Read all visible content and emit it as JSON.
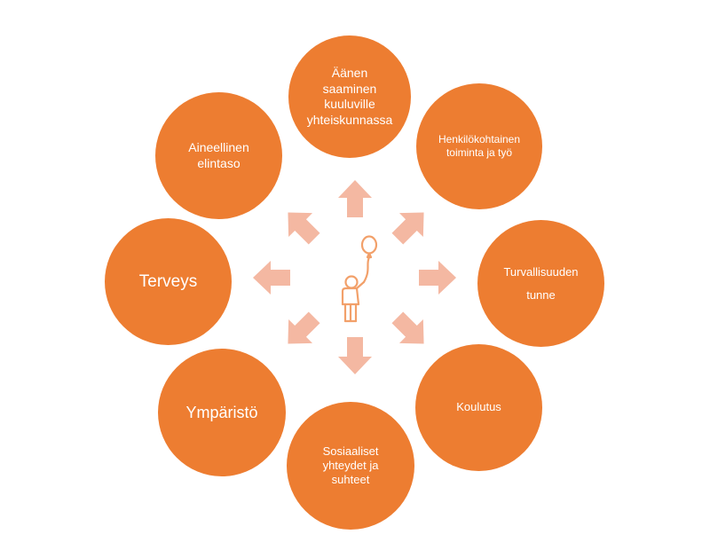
{
  "colors": {
    "circle": "#ED7D31",
    "arrow": "#F4B8A2",
    "text": "#FFFFFF",
    "icon": "#F2A06A"
  },
  "center": {
    "icon": "child-with-balloon-icon"
  },
  "nodes": [
    {
      "label": "Äänen\nsaaminen\nkuuluville\nyhteiskunnassa"
    },
    {
      "label": "Henkilökohtainen\ntoiminta ja työ"
    },
    {
      "label": "Turvallisuuden\ntunne"
    },
    {
      "label": "Koulutus"
    },
    {
      "label": "Sosiaaliset\nyhteydet ja\nsuhteet"
    },
    {
      "label": "Ympäristö"
    },
    {
      "label": "Terveys"
    },
    {
      "label": "Aineellinen\nelintaso"
    }
  ]
}
